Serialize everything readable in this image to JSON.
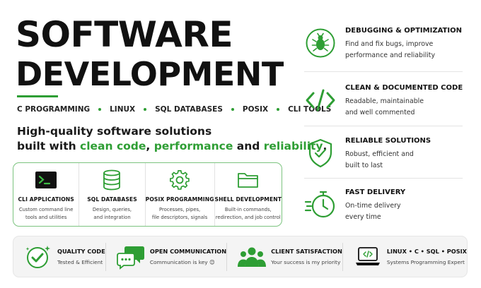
{
  "title": {
    "line1": "SOFTWARE",
    "line2": "DEVELOPMENT"
  },
  "tags": [
    "C PROGRAMMING",
    "LINUX",
    "SQL DATABASES",
    "POSIX",
    "CLI TOOLS"
  ],
  "tagline": {
    "line1": "High-quality software solutions",
    "line2_prefix": "built with ",
    "hl1": "clean code",
    "sep1": ", ",
    "hl2": "performance",
    "sep2": " and ",
    "hl3": "reliability",
    "end": "."
  },
  "services": [
    {
      "icon": "terminal-icon",
      "title": "CLI APPLICATIONS",
      "desc": "Custom command line\ntools and utilities"
    },
    {
      "icon": "database-icon",
      "title": "SQL DATABASES",
      "desc": "Design, queries,\nand integration"
    },
    {
      "icon": "gear-icon",
      "title": "POSIX PROGRAMMING",
      "desc": "Processes, pipes,\nfile descriptors, signals"
    },
    {
      "icon": "folder-icon",
      "title": "SHELL DEVELOPMENT",
      "desc": "Built-in commands,\nredirection, and job control"
    }
  ],
  "features": [
    {
      "icon": "bug-icon",
      "title": "DEBUGGING & OPTIMIZATION",
      "desc": "Find and fix bugs, improve\nperformance and reliability"
    },
    {
      "icon": "code-icon",
      "title": "CLEAN & DOCUMENTED CODE",
      "desc": "Readable, maintainable\nand well commented"
    },
    {
      "icon": "shield-check-icon",
      "title": "RELIABLE SOLUTIONS",
      "desc": "Robust, efficient and\nbuilt to last"
    },
    {
      "icon": "stopwatch-icon",
      "title": "FAST DELIVERY",
      "desc": "On-time delivery\nevery time"
    }
  ],
  "bottom": [
    {
      "icon": "check-badge-icon",
      "title": "QUALITY CODE",
      "sub": "Tested & Efficient"
    },
    {
      "icon": "chat-icon",
      "title": "OPEN COMMUNICATION",
      "sub": "Communication is key 😊"
    },
    {
      "icon": "people-icon",
      "title": "CLIENT SATISFACTION",
      "sub": "Your success is my priority"
    },
    {
      "icon": "laptop-code-icon",
      "title": "LINUX • C • SQL • POSIX",
      "sub": "Systems Programming Expert"
    }
  ],
  "colors": {
    "accent": "#2e9e34",
    "text": "#111111",
    "border": "#7cc47f"
  }
}
